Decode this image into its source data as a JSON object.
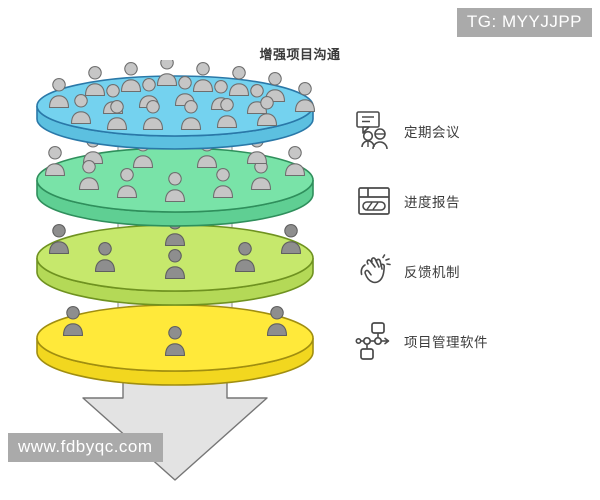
{
  "diagram": {
    "title": "增强项目沟通",
    "type": "layered-funnel",
    "direction": "downward",
    "arrow": {
      "name": "down-arrow",
      "color": "#e4e4e4",
      "stroke": "#7d7d7d"
    },
    "column": {
      "color": "#f0f0f0",
      "stroke": "#9a9a9a"
    },
    "person_color": "#c6c6c6",
    "person_color_dark": "#8a8a8a",
    "person_stroke": "#6e6e6e",
    "levels": [
      {
        "index": 1,
        "name": "tier-blue",
        "fill": "#74d2ef",
        "side": "#5cc0e0",
        "stroke": "#2a78a8",
        "people_count": 19,
        "label": "定期会议",
        "icon": "meeting-people-speech-bubble-icon"
      },
      {
        "index": 2,
        "name": "tier-green",
        "fill": "#79e3a8",
        "side": "#5fcf93",
        "stroke": "#2f8f5c",
        "people_count": 11,
        "label": "进度报告",
        "icon": "progress-report-card-icon"
      },
      {
        "index": 3,
        "name": "tier-lime",
        "fill": "#c6e86c",
        "side": "#b4d957",
        "stroke": "#6f9220",
        "people_count": 6,
        "label": "反馈机制",
        "icon": "clapping-hands-icon"
      },
      {
        "index": 4,
        "name": "tier-yellow",
        "fill": "#ffe93a",
        "side": "#f2d71f",
        "stroke": "#a08e10",
        "people_count": 3,
        "label": "项目管理软件",
        "icon": "workflow-nodes-icon"
      }
    ]
  },
  "legend": {
    "items": [
      {
        "label": "定期会议",
        "icon": "meeting-people-speech-bubble-icon"
      },
      {
        "label": "进度报告",
        "icon": "progress-report-card-icon"
      },
      {
        "label": "反馈机制",
        "icon": "clapping-hands-icon"
      },
      {
        "label": "项目管理软件",
        "icon": "workflow-nodes-icon"
      }
    ]
  },
  "watermarks": {
    "top_right": "TG: MYYJJPP",
    "bottom_left": "www.fdbyqc.com"
  }
}
